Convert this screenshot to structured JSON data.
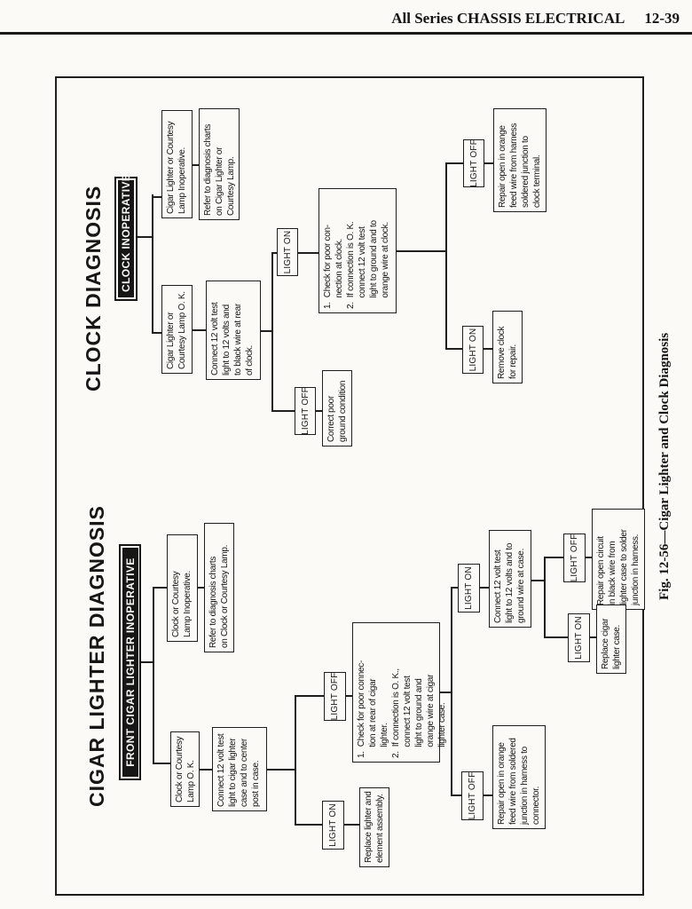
{
  "header": {
    "title": "All Series CHASSIS ELECTRICAL",
    "page": "12-39"
  },
  "caption": "Fig. 12-56—Cigar Lighter and Clock Diagnosis",
  "clock": {
    "title": "CLOCK DIAGNOSIS",
    "root": "CLOCK INOPERATIVE",
    "branch_inoperative": "Cigar Lighter or Courtesy\nLamp Inoperative.",
    "refer_charts": "Refer to diagnosis charts\non Cigar Lighter or\nCourtesy Lamp.",
    "branch_ok": "Cigar Lighter or\nCourtesy Lamp O. K.",
    "connect_test": "Connect 12 volt test\nlight to 12 volts and\nto black wire at rear\nof clock.",
    "light_on_1": "LIGHT ON",
    "check_steps": "1.  Check for poor con-\n     nection at clock.\n2.  If connection is O. K.\n     connect 12 volt test\n     light to ground and to\n     orange wire at clock.",
    "light_off_1": "LIGHT OFF",
    "correct_ground": "Correct poor\nground condition",
    "light_off_2": "LIGHT OFF",
    "repair_orange": "Repair open in orange\nfeed wire from harness\nsoldered junction to\nclock terminal.",
    "light_on_2": "LIGHT ON",
    "remove_clock": "Remove clock\nfor repair."
  },
  "cigar": {
    "title": "CIGAR LIGHTER DIAGNOSIS",
    "root": "FRONT CIGAR LIGHTER INOPERATIVE",
    "branch_inoperative": "Clock or Courtesy\nLamp Inoperative.",
    "refer_charts": "Refer to diagnosis charts\non Clock or Courtesy Lamp.",
    "branch_ok": "Clock or Courtesy\nLamp O. K.",
    "connect_test": "Connect 12 volt test\nlight to cigar lighter\ncase and to center\npost in case.",
    "light_off_1": "LIGHT OFF",
    "check_steps": "1.  Check for poor connec-\n     tion at rear of cigar\n     lighter.\n2.  If connection is O. K.,\n     connect 12 volt test\n     light to ground and\n     orange wire at cigar\n     lighter case.",
    "light_on_1": "LIGHT ON",
    "replace_lighter": "Replace lighter and\nelement assembly.",
    "light_on_2": "LIGHT ON",
    "connect_case": "Connect 12 volt test\nlight to 12 volts and to\nground wire at case.",
    "light_off_2": "LIGHT OFF",
    "repair_feed": "Repair open in orange\nfeed wire from soldered\njunction in harness to\nconnector.",
    "light_off_3": "LIGHT OFF",
    "repair_circuit": "Repair open circuit\nin black wire from\nlighter case to solder\njunction in harness.",
    "light_on_3": "LIGHT ON",
    "replace_case": "Replace cigar\nlighter case."
  }
}
